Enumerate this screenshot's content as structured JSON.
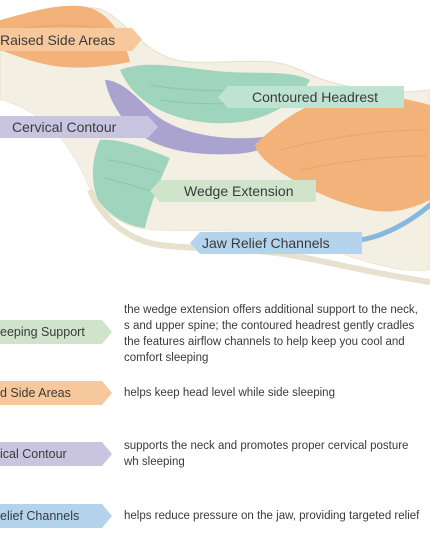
{
  "diagram_labels": {
    "raised_side_areas": "Raised Side Areas",
    "contoured_headrest": "Contoured Headrest",
    "cervical_contour": "Cervical Contour",
    "wedge_extension": "Wedge Extension",
    "jaw_relief_channels": "Jaw Relief Channels"
  },
  "legend": [
    {
      "label": "eeping Support",
      "description": "the wedge extension offers additional support to the neck, s and upper spine; the contoured headrest gently cradles the features airflow channels to help keep you cool and comfort sleeping",
      "color": "#cfe4cb"
    },
    {
      "label": "d Side Areas",
      "description": "helps keep head level while side sleeping",
      "color": "#f6c89c"
    },
    {
      "label": "ical Contour",
      "description": "supports the neck and promotes proper cervical posture wh sleeping",
      "color": "#c9c4e0"
    },
    {
      "label": "elief Channels",
      "description": "helps reduce pressure on the jaw, providing targeted relief",
      "color": "#b4d3ec"
    }
  ],
  "colors": {
    "foam": "#f3efe2",
    "orange_zone": "#f2b27a",
    "mint_zone": "#9fd4bd",
    "lavender_zone": "#aaa3cf",
    "blue_channel": "#86b8de"
  }
}
